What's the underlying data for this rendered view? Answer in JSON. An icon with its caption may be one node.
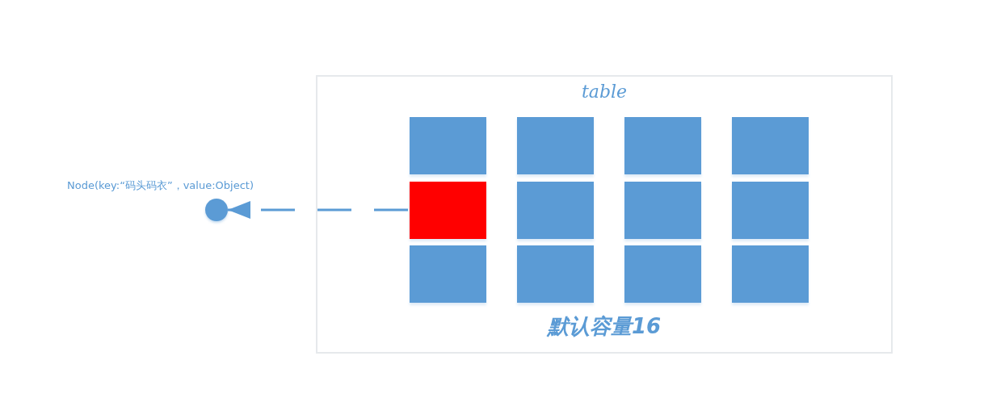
{
  "diagram": {
    "nodes": [
      {
        "text": [
          "table",
          "默认容量16"
        ]
      },
      {
        "text": [],
        "shape": "box",
        "in": 0
      },
      {
        "text": [],
        "shape": "box",
        "in": 0
      },
      {
        "text": [],
        "shape": "box",
        "in": 0
      },
      {
        "text": [],
        "shape": "box",
        "in": 0
      },
      {
        "text": [],
        "shape": "box",
        "in": 0
      },
      {
        "text": [],
        "shape": "box",
        "in": 0
      },
      {
        "text": [],
        "shape": "box",
        "in": 0
      },
      {
        "text": [],
        "shape": "box",
        "in": 0
      },
      {
        "text": [],
        "shape": "box",
        "in": 0
      },
      {
        "text": [],
        "shape": "box",
        "in": 0
      },
      {
        "text": [],
        "shape": "box",
        "in": 0
      },
      {
        "text": [],
        "shape": "box",
        "in": 0
      },
      {
        "text": [],
        "shape": "circle",
        "beside": [
          "Node(key:“码头码衣”，value:Object)"
        ]
      }
    ],
    "edges": [
      {
        "from": 5,
        "to": 13,
        "arrow": "to",
        "style": "dashed"
      }
    ]
  }
}
